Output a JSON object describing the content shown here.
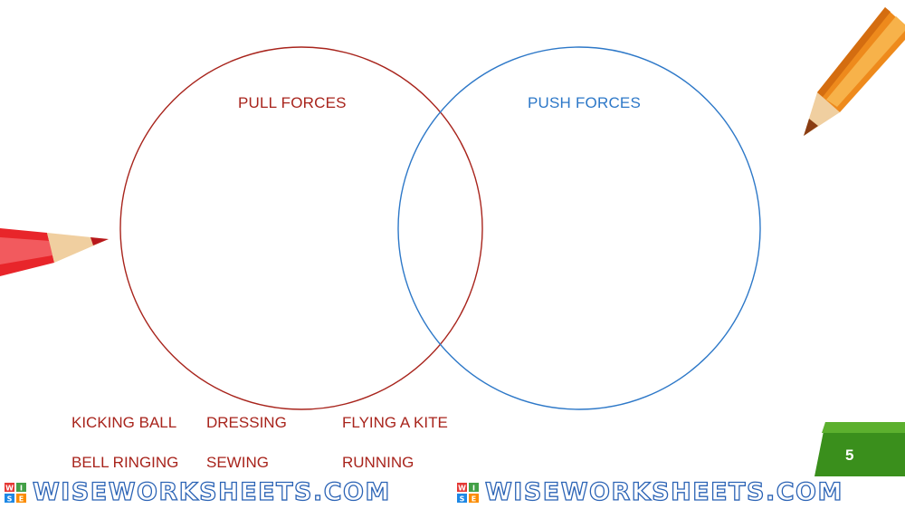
{
  "colors": {
    "pull": "#a8241c",
    "push": "#2d78c8",
    "slide_tab": "#3a8f1c",
    "brand_outline": "#2b63b5"
  },
  "venn": {
    "pull_label": "PULL FORCES",
    "push_label": "PUSH FORCES"
  },
  "word_bank": [
    "KICKING BALL",
    "DRESSING",
    "FLYING A KITE",
    "BELL RINGING",
    "SEWING",
    "RUNNING"
  ],
  "slide_number": "5",
  "footer": {
    "brand_text": "WISEWORKSHEETS.COM",
    "logo_letters": [
      "W",
      "I",
      "S",
      "E"
    ]
  },
  "icons": {
    "top_right": "orange-pencil-icon",
    "left": "red-pencil-icon"
  }
}
